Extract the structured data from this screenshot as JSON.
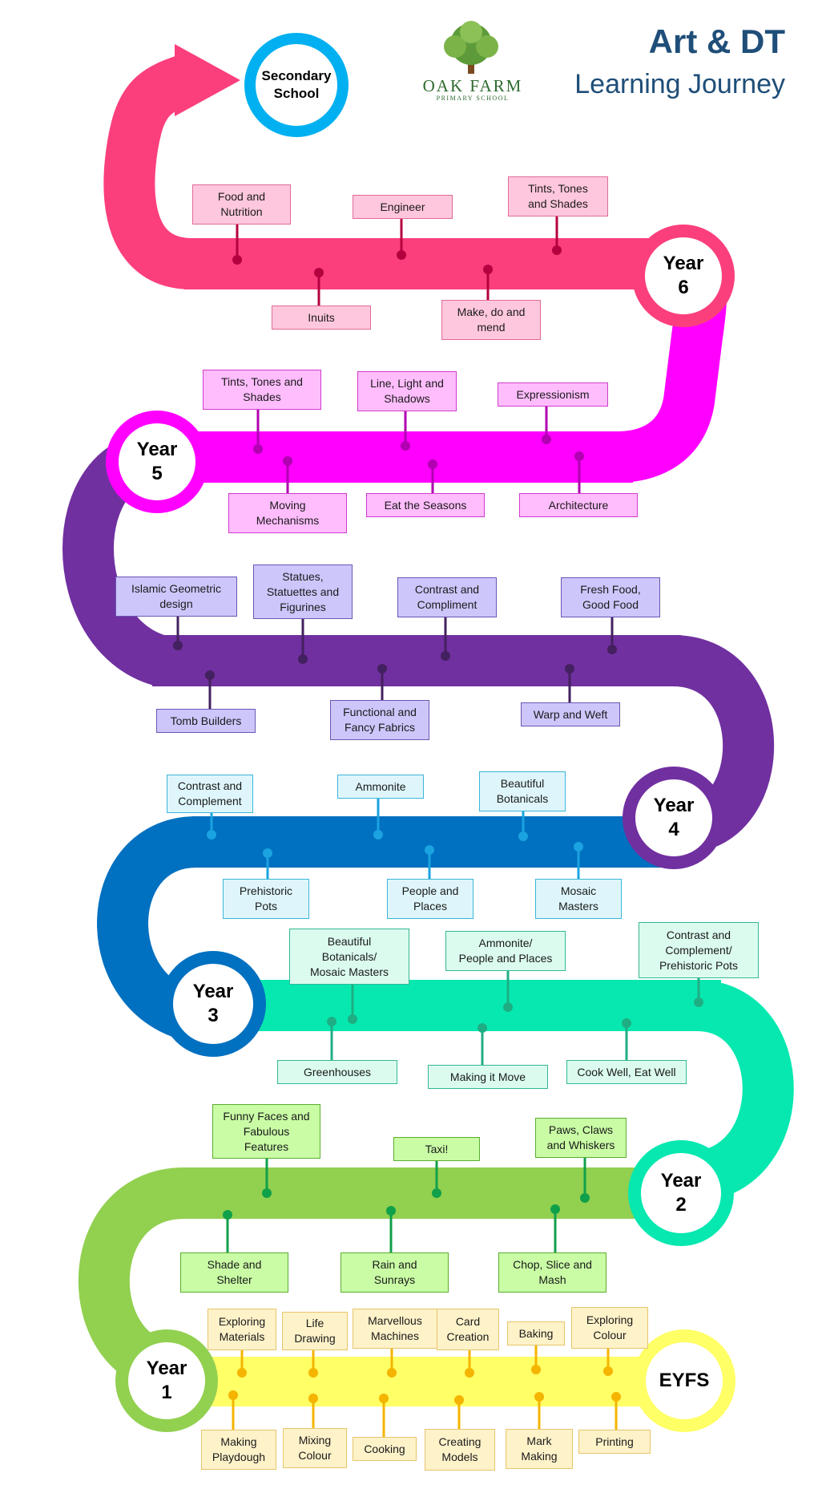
{
  "header": {
    "title": "Art & DT",
    "subtitle": "Learning Journey",
    "school_name": "OAK FARM",
    "school_sub": "PRIMARY SCHOOL"
  },
  "destination": "Secondary\nSchool",
  "colors": {
    "year6": "#fb3f7c",
    "year5": "#ff00ff",
    "year4": "#7030a0",
    "year3": "#0070c0",
    "year2": "#06e8b0",
    "year1": "#92d050",
    "eyfs": "#ffff66",
    "secondary": "#00b0f0"
  },
  "years": {
    "y6": "Year\n6",
    "y5": "Year\n5",
    "y4": "Year\n4",
    "y3": "Year\n3",
    "y2": "Year\n2",
    "y1": "Year\n1",
    "eyfs": "EYFS"
  },
  "topics": {
    "y6": [
      "Food and\nNutrition",
      "Engineer",
      "Tints, Tones\nand Shades",
      "Inuits",
      "Make, do and\nmend"
    ],
    "y5": [
      "Tints, Tones and\nShades",
      "Line, Light and\nShadows",
      "Expressionism",
      "Moving\nMechanisms",
      "Eat the Seasons",
      "Architecture"
    ],
    "y4": [
      "Islamic Geometric\ndesign",
      "Statues,\nStatuettes and\nFigurines",
      "Contrast and\nCompliment",
      "Fresh Food,\nGood Food",
      "Tomb Builders",
      "Functional and\nFancy Fabrics",
      "Warp and Weft"
    ],
    "y3": [
      "Contrast and\nComplement",
      "Ammonite",
      "Beautiful\nBotanicals",
      "Prehistoric\nPots",
      "People and\nPlaces",
      "Mosaic\nMasters"
    ],
    "y2": [
      "Beautiful\nBotanicals/\nMosaic Masters",
      "Ammonite/\nPeople and Places",
      "Contrast and\nComplement/\nPrehistoric Pots",
      "Greenhouses",
      "Making it Move",
      "Cook Well, Eat Well"
    ],
    "y1": [
      "Funny Faces and\nFabulous\nFeatures",
      "Taxi!",
      "Paws, Claws\nand Whiskers",
      "Shade and\nShelter",
      "Rain and\nSunrays",
      "Chop, Slice and\nMash"
    ],
    "eyfs": [
      "Exploring\nMaterials",
      "Life\nDrawing",
      "Marvellous\nMachines",
      "Card\nCreation",
      "Baking",
      "Exploring\nColour",
      "Making\nPlaydough",
      "Mixing\nColour",
      "Cooking",
      "Creating\nModels",
      "Mark\nMaking",
      "Printing"
    ]
  }
}
